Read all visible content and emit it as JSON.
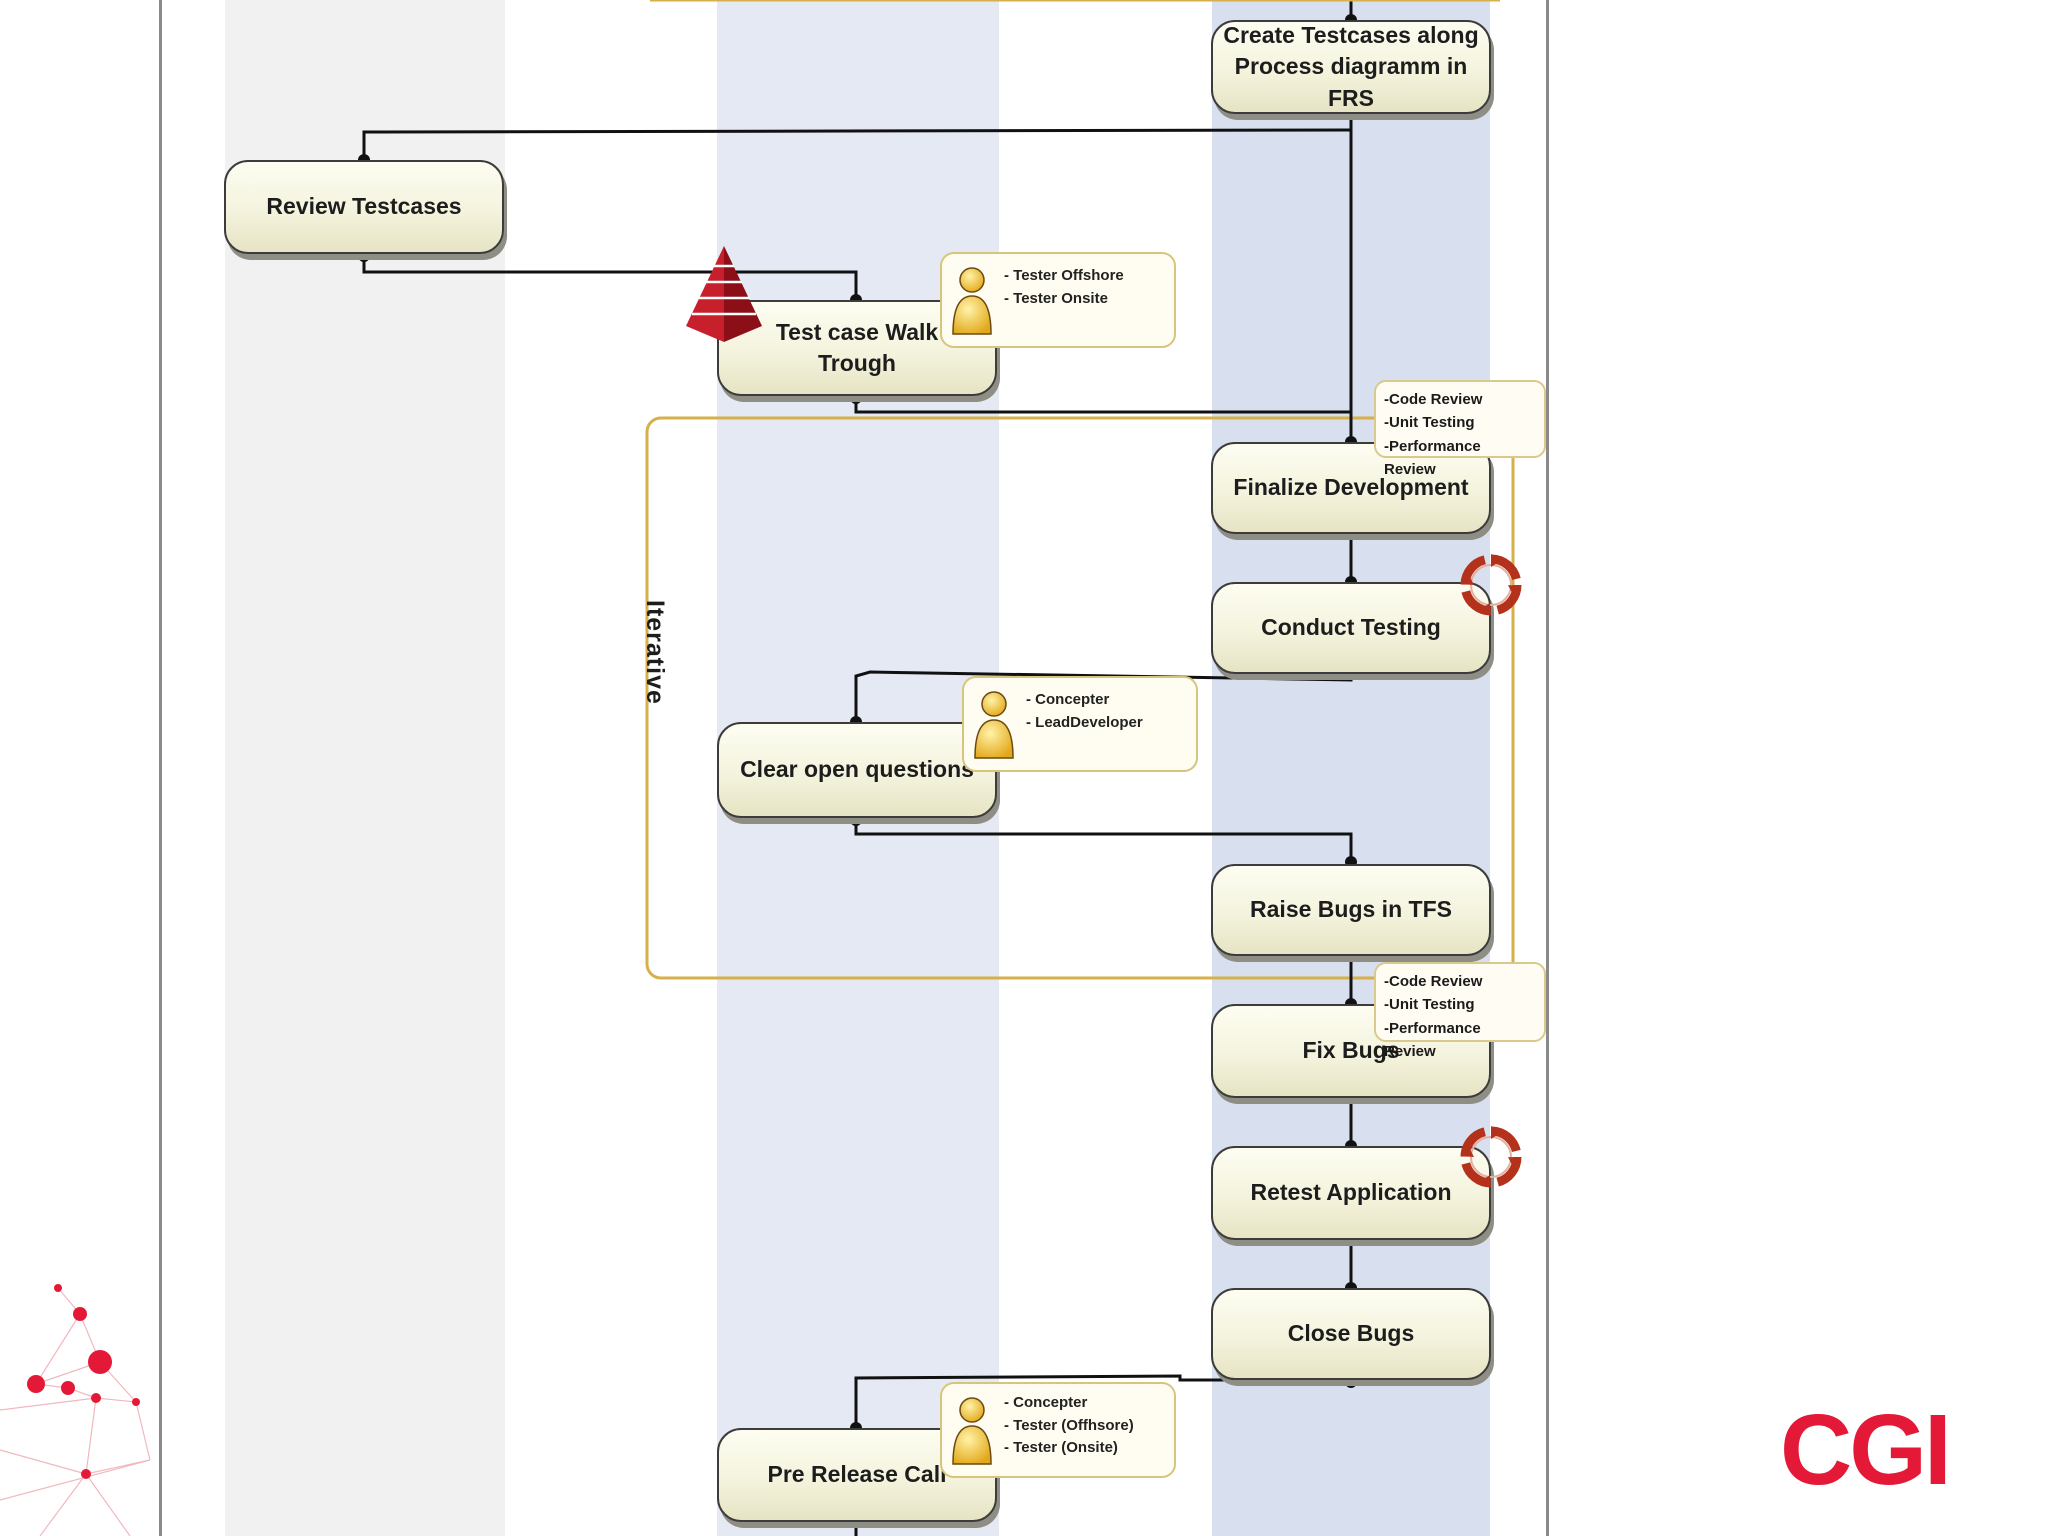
{
  "colors": {
    "lane_alt": "#e4e9f3",
    "lane_gray": "#f0f0f0",
    "iterative_frame": "#d6b04a",
    "brand": "#e31937",
    "cycle": "#b4321c"
  },
  "steps": {
    "create_testcases": "Create Testcases along Process diagramm in FRS",
    "review_testcases": "Review Testcases",
    "walk_trough": "Test case Walk Trough",
    "finalize_dev": "Finalize Development",
    "conduct_testing": "Conduct Testing",
    "clear_questions": "Clear open questions",
    "raise_bugs": "Raise Bugs in TFS",
    "fix_bugs": "Fix Bugs",
    "retest": "Retest Application",
    "close_bugs": "Close Bugs",
    "pre_release": "Pre Release Call"
  },
  "roles": {
    "walk_trough": [
      "- Tester Offshore",
      "- Tester Onsite"
    ],
    "clear_questions": [
      "- Concepter",
      "- LeadDeveloper"
    ],
    "pre_release": [
      "- Concepter",
      "- Tester (Offhsore)",
      "- Tester (Onsite)"
    ]
  },
  "review_notes": {
    "finalize": [
      "-Code Review",
      "-Unit Testing",
      "-Performance Review"
    ],
    "fix": [
      "-Code Review",
      "-Unit Testing",
      "-Performance Review"
    ]
  },
  "iterative_label": "Iterative",
  "icons": {
    "person": "person-icon",
    "pyramid": "pyramid-icon",
    "cycle": "cycle-arrows-icon",
    "molecule": "molecule-decoration"
  },
  "brand_logo": "CGI"
}
